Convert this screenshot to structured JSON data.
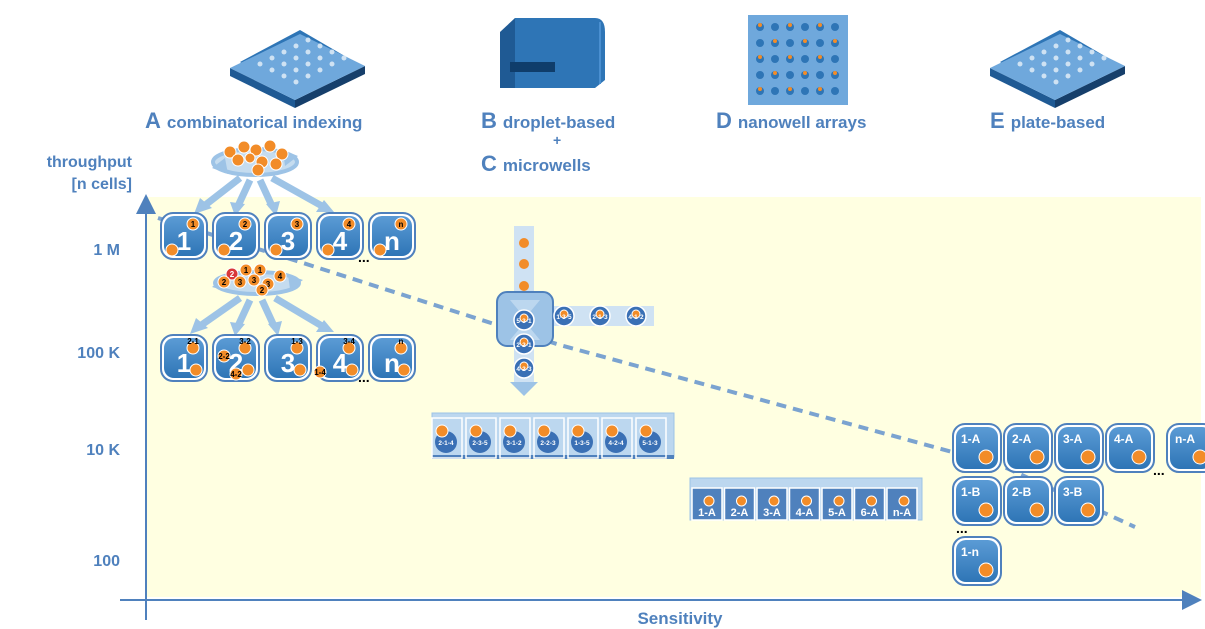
{
  "columns": [
    {
      "letter": "A",
      "label": "combinatorical indexing"
    },
    {
      "letter": "B",
      "label": "droplet-based"
    },
    {
      "plus": "+"
    },
    {
      "letter": "C",
      "label": "microwells"
    },
    {
      "letter": "D",
      "label": "nanowell arrays"
    },
    {
      "letter": "E",
      "label": "plate-based"
    }
  ],
  "y_axis": {
    "title_line1": "throughput",
    "title_line2": "[n cells]",
    "ticks": [
      "1 M",
      "100 K",
      "10 K",
      "100"
    ]
  },
  "x_axis": {
    "title": "Sensitivity"
  },
  "round1": {
    "wells": [
      {
        "n": "1",
        "tag": "1"
      },
      {
        "n": "2",
        "tag": "2"
      },
      {
        "n": "3",
        "tag": "3"
      },
      {
        "n": "4",
        "tag": "4"
      },
      {
        "n": "n",
        "tag": "n"
      }
    ],
    "ellipsis": "..."
  },
  "pool2_tags": [
    "2",
    "1",
    "2",
    "1",
    "3",
    "3",
    "3",
    "2",
    "4"
  ],
  "round2": {
    "wells": [
      {
        "n": "1",
        "tag": "2-1"
      },
      {
        "n": "2",
        "tag": "3-2"
      },
      {
        "n": "3",
        "tag": "1-3"
      },
      {
        "n": "4",
        "tag": "3-4"
      },
      {
        "n": "n",
        "tag": "n"
      }
    ],
    "extra_tags": [
      "2-2",
      "4-2",
      "1-4"
    ],
    "ellipsis": "..."
  },
  "droplet": {
    "junction_label": "5-3-1",
    "side_droplets": [
      "1-3-5",
      "2-1-3",
      "4-1-2"
    ],
    "out_droplets": [
      "2-2-1",
      "4-2-3"
    ]
  },
  "microwells": [
    "2-1-4",
    "2-3-5",
    "3-1-2",
    "2-2-3",
    "1-3-5",
    "4-2-4",
    "5-1-3"
  ],
  "nanowells": [
    "1-A",
    "2-A",
    "3-A",
    "4-A",
    "5-A",
    "6-A",
    "n-A"
  ],
  "plate": {
    "row_a": [
      "1-A",
      "2-A",
      "3-A",
      "4-A",
      "n-A"
    ],
    "row_b": [
      "1-B",
      "2-B",
      "3-B"
    ],
    "row_n": [
      "1-n"
    ],
    "ellipsis": "..."
  },
  "colors": {
    "accent_blue": "#4f81bd",
    "well_blue": "#2e75b6",
    "arrow_blue": "#9dc3e6",
    "cell_orange": "#f28c28",
    "background": "#ffffe1"
  }
}
